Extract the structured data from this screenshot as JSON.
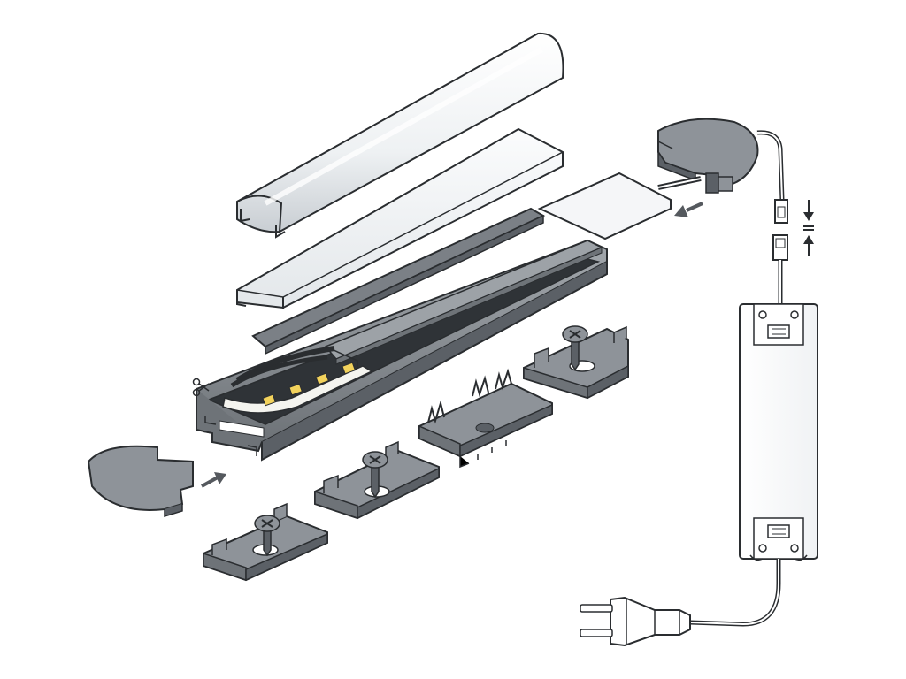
{
  "diagram": {
    "components": [
      "diffuser-round-cover",
      "diffuser-flat-cover",
      "aluminum-profile",
      "led-strip",
      "end-cap-left",
      "end-cap-with-cable",
      "mounting-clip-1",
      "mounting-clip-2",
      "mounting-clip-3",
      "spring-clip",
      "connector",
      "power-supply",
      "power-plug"
    ],
    "icons": [
      "scissors-icon",
      "arrow-icon",
      "double-arrow-icon"
    ],
    "colors": {
      "profile_gray": "#8e9399",
      "profile_dark": "#5b6066",
      "cover_white": "#f4f6f8",
      "cover_shade": "#d9dde1",
      "outline": "#2a2d30",
      "led_yellow": "#f2d25c"
    }
  }
}
